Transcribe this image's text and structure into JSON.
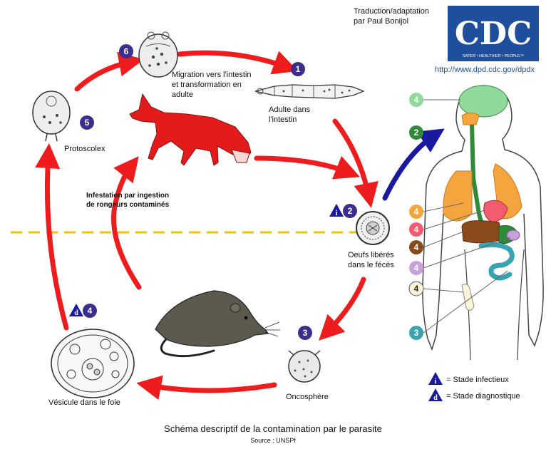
{
  "header": {
    "credit_line1": "Traduction/adaptation",
    "credit_line2": "par Paul Bonijol",
    "logo_text": "CDC",
    "logo_tagline": "SAFER • HEALTHIER • PEOPLE™",
    "url": "http://www.dpd.cdc.gov/dpdx"
  },
  "stages": {
    "s1_number": "1",
    "s1_label_line1": "Adulte dans",
    "s1_label_line2": "l'intestin",
    "s2_number": "2",
    "s2_marker": "i",
    "s2_label_line1": "Oeufs libérés",
    "s2_label_line2": "dans le fécès",
    "s3_number": "3",
    "s3_label": "Oncosphère",
    "s4_number": "4",
    "s4_marker": "d",
    "s4_label": "Vésicule dans le foie",
    "s5_number": "5",
    "s5_label": "Protoscolex",
    "s6_number": "6",
    "s6_label_line1": "Migration vers l'intestin",
    "s6_label_line2": "et transformation en",
    "s6_label_line3": "adulte",
    "ingestion_line1": "Infestation par ingestion",
    "ingestion_line2": "de rongeurs contaminés"
  },
  "human_stages": [
    "4",
    "2",
    "4",
    "4",
    "4",
    "4",
    "4",
    "3"
  ],
  "legend": {
    "infectious_marker": "i",
    "infectious_label": "= Stade infectieux",
    "diagnostic_marker": "d",
    "diagnostic_label": "= Stade diagnostique"
  },
  "caption": {
    "main": "Schéma descriptif de la contamination par le parasite",
    "source": "Source : UNSPf"
  },
  "colors": {
    "arrow_red": "#ee1c1c",
    "arrow_blue": "#1a1aa0",
    "stage_purple": "#3b2e8c",
    "dashed_line": "#f2c400",
    "cdc_blue": "#1f4e9c",
    "fox_red": "#e41b1b",
    "liver_brown": "#8a4a1c",
    "brain_green": "#8fd99b",
    "lung_orange": "#f4a53e"
  }
}
